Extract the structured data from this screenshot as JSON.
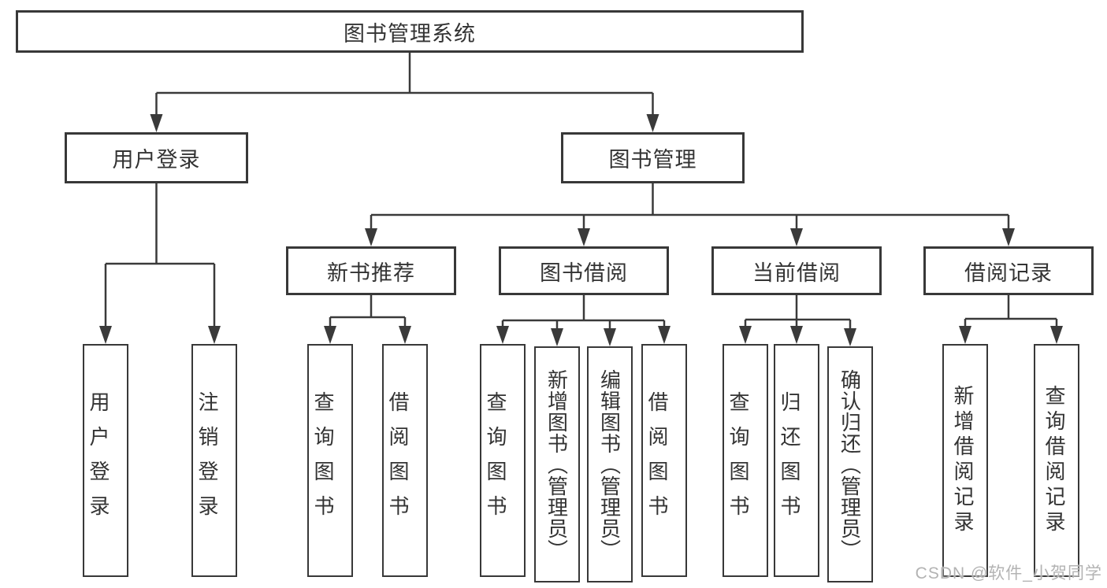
{
  "diagram": {
    "type": "hierarchy-chart",
    "root": {
      "label": "图书管理系统"
    },
    "branches": [
      {
        "label": "用户登录",
        "children": [
          {
            "label": "用户登录"
          },
          {
            "label": "注销登录"
          }
        ]
      },
      {
        "label": "图书管理",
        "children": [
          {
            "label": "新书推荐",
            "children": [
              {
                "label": "查询图书"
              },
              {
                "label": "借阅图书"
              }
            ]
          },
          {
            "label": "图书借阅",
            "children": [
              {
                "label": "查询图书"
              },
              {
                "label": "新增图书（管理员）"
              },
              {
                "label": "编辑图书（管理员）"
              },
              {
                "label": "借阅图书"
              }
            ]
          },
          {
            "label": "当前借阅",
            "children": [
              {
                "label": "查询图书"
              },
              {
                "label": "归还图书"
              },
              {
                "label": "确认归还（管理员）"
              }
            ]
          },
          {
            "label": "借阅记录",
            "children": [
              {
                "label": "新增借阅记录"
              },
              {
                "label": "查询借阅记录"
              }
            ]
          }
        ]
      }
    ],
    "watermark": "CSDN @软件_小贺同学",
    "colors": {
      "line": "#3a3a3a",
      "box_border": "#383838",
      "text": "#333333",
      "watermark": "#b3b3b3",
      "background": "#ffffff"
    }
  }
}
